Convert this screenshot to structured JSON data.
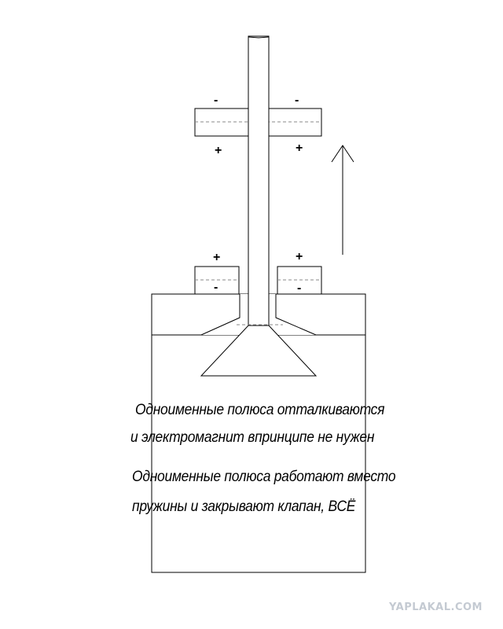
{
  "diagram": {
    "top_magnet": {
      "left_top_sign": "-",
      "right_top_sign": "-",
      "left_bottom_sign": "+",
      "right_bottom_sign": "+"
    },
    "bottom_magnets": {
      "left_top_sign": "+",
      "right_top_sign": "+",
      "left_bottom_sign": "-",
      "right_bottom_sign": "-"
    }
  },
  "captions": {
    "line1": "Одноименные полюса отталкиваются",
    "line2": "и электромагнит впринципе не нужен",
    "line3": "Одноименные полюса работают вместо",
    "line4": "пружины и закрывают клапан, ВСЁ"
  },
  "watermark": "YAPLAKAL.COM",
  "colors": {
    "line": "#000000",
    "dashed": "#888888",
    "watermark": "#c4cad2"
  }
}
